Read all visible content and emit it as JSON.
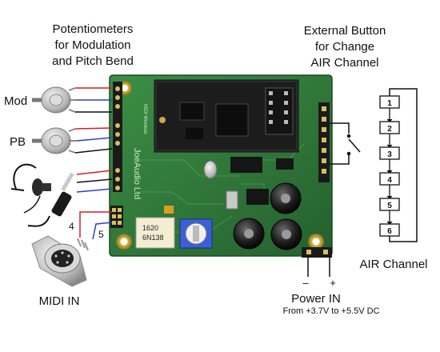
{
  "labels": {
    "pots_title_1": "Potentiometers",
    "pots_title_2": "for Modulation",
    "pots_title_3": "and Pitch Bend",
    "ext_btn_1": "External Button",
    "ext_btn_2": "for Change",
    "ext_btn_3": "AIR Channel",
    "mod": "Mod",
    "pb": "PB",
    "midi_in": "MIDI IN",
    "midi_pin4": "4",
    "midi_pin5": "5",
    "power_in": "Power IN",
    "power_range": "From +3.7V to +5.5V DC",
    "power_minus": "–",
    "power_plus": "+",
    "air_channel": "AIR Channel"
  },
  "air_channels": [
    "1",
    "2",
    "3",
    "4",
    "5",
    "6"
  ],
  "board_text": {
    "silk_1": "JoeAudio Ltd",
    "silk_2": "MIDI Wireless",
    "chip_1": "1620",
    "chip_2": "6N138"
  },
  "colors": {
    "pcb_green": "#2e7a3a",
    "wire_red": "#d62020",
    "wire_blue": "#2a3fd0",
    "wire_black": "#111111"
  }
}
